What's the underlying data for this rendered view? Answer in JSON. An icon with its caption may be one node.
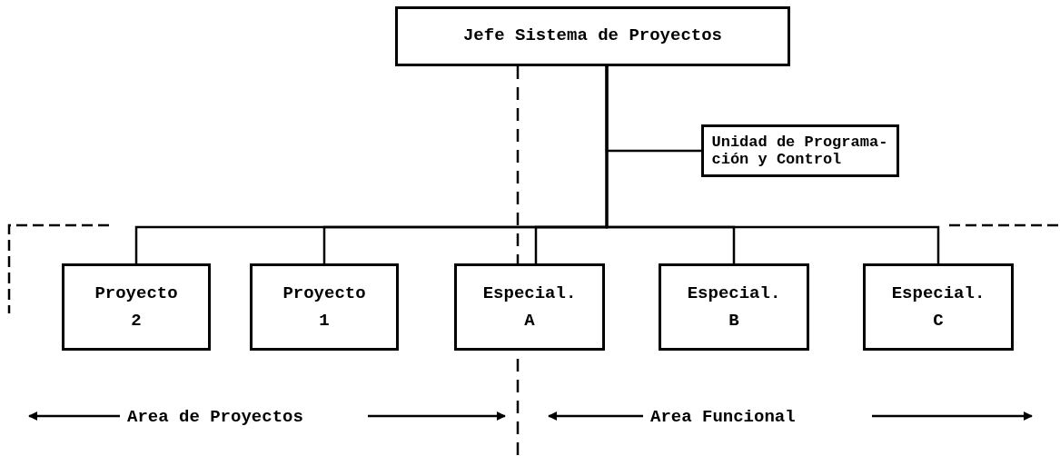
{
  "diagram": {
    "nodes": [
      {
        "text": [
          "Jefe Sistema de Proyectos"
        ]
      },
      {
        "text": [
          "Unidad de Programa- ción y Control"
        ]
      },
      {
        "text": [
          "Proyecto 2"
        ]
      },
      {
        "text": [
          "Proyecto 1"
        ]
      },
      {
        "text": [
          "Especial. A"
        ]
      },
      {
        "text": [
          "Especial. B"
        ]
      },
      {
        "text": [
          "Especial. C"
        ]
      }
    ],
    "edges": [
      {
        "from": 0,
        "to": 1,
        "arrow": "none"
      },
      {
        "from": 0,
        "to": 2,
        "arrow": "none"
      },
      {
        "from": 0,
        "to": 3,
        "arrow": "none"
      },
      {
        "from": 0,
        "to": 4,
        "arrow": "none"
      },
      {
        "from": 0,
        "to": 5,
        "arrow": "none"
      },
      {
        "from": 0,
        "to": 6,
        "arrow": "none"
      }
    ],
    "labels": [
      "Area de Proyectos",
      "Area Funcional"
    ]
  }
}
